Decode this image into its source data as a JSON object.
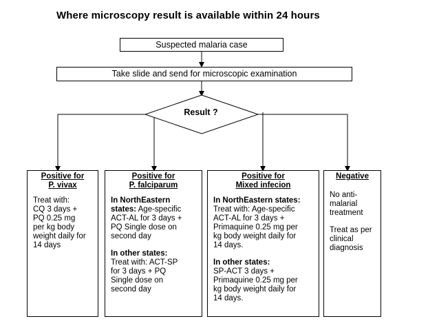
{
  "title": "Where microscopy result is available within 24 hours",
  "flow": {
    "start": "Suspected malaria case",
    "step": "Take slide and send for microscopic examination",
    "decision": "Result ?"
  },
  "outcomes": [
    {
      "head1": "Positive for",
      "head2": "P. vivax",
      "lines": [
        "Treat with:",
        "CQ 3 days +",
        "PQ 0.25 mg",
        "per kg body",
        "weight daily for",
        "14 days"
      ]
    },
    {
      "head1": "Positive for",
      "head2": "P. falciparum",
      "sec1_title": [
        "In NorthEastern",
        "states:"
      ],
      "sec1_lines": [
        "Age-specific",
        "ACT-AL for 3 days +",
        "PQ Single dose on",
        "second day"
      ],
      "sec2_title": "In other states:",
      "sec2_lines": [
        "Treat with: ACT-SP",
        "for 3 days + PQ",
        "Single dose on",
        "second day"
      ]
    },
    {
      "head1": "Positive for",
      "head2": "Mixed infecion",
      "sec1_title": "In NorthEastern states:",
      "sec1_lines": [
        "Treat with: Age-specific",
        "ACT-AL for 3 days +",
        "Primaquine 0.25 mg per",
        "kg body weight daily for",
        "14 days."
      ],
      "sec2_title": "In other states:",
      "sec2_lines": [
        "SP-ACT 3 days +",
        "Primaquine 0.25 mg per",
        "kg body weight daily for",
        "14 days."
      ]
    },
    {
      "head1": "Negative",
      "lines": [
        "No anti-",
        "malarial",
        "treatment",
        "",
        "Treat as per",
        "clinical",
        "diagnosis"
      ]
    }
  ]
}
